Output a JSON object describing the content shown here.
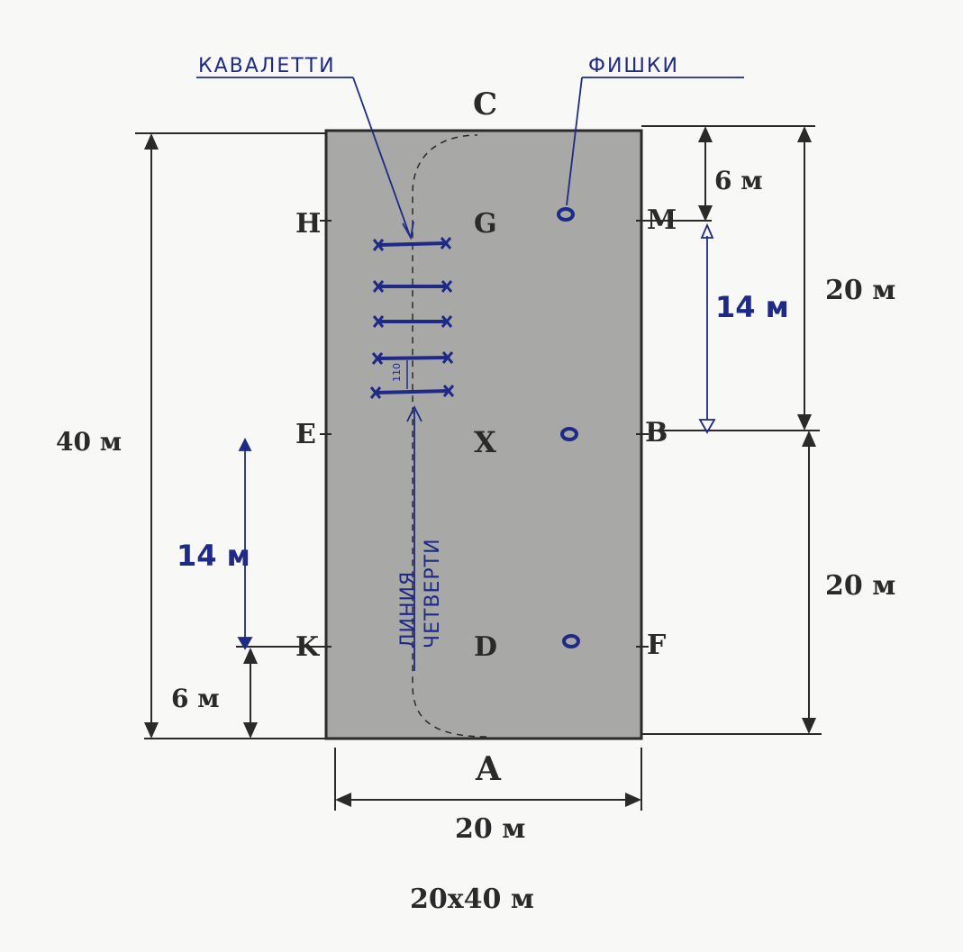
{
  "handwritten": {
    "cavaletti_label": "КАВАЛЕТТИ",
    "cones_label": "ФИШКИ",
    "quarter_line_top": "ЛИНИЯ",
    "quarter_line_bottom": "ЧЕТВЕРТИ",
    "spacing_label": "110",
    "arrow_left_label": "14 м",
    "arrow_right_label": "14 м"
  },
  "letters": {
    "C": "C",
    "A": "A",
    "H": "H",
    "G": "G",
    "M": "M",
    "E": "E",
    "X": "X",
    "B": "B",
    "K": "K",
    "D": "D",
    "F": "F"
  },
  "dimensions": {
    "height_total": "40 м",
    "width": "20 м",
    "left_bottom_offset": "6 м",
    "right_top_offset": "6 м",
    "right_upper_half": "20 м",
    "right_lower_half": "20 м",
    "arena_size": "20x40 м"
  },
  "colors": {
    "arena_fill": "#a8a8a6",
    "ink_blue": "#1f2a86",
    "print_black": "#2a2a2a"
  }
}
